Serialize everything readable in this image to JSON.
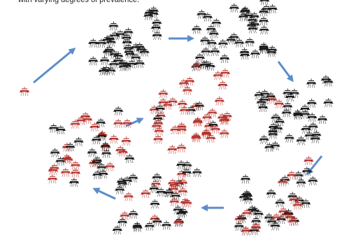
{
  "caption": "with varying degrees of prevalence.",
  "colors": {
    "black": "#1c1c1c",
    "red": "#b5352f",
    "arrow": "#5b8dc9"
  },
  "icons": {
    "insect": "mosquito-icon",
    "arrow": "arrow-icon"
  },
  "stages": [
    {
      "step": 1,
      "red_fraction": 1.0
    },
    {
      "step": 2,
      "red_fraction": 0.0
    },
    {
      "step": 3,
      "red_fraction": 0.03
    },
    {
      "step": 4,
      "red_fraction": 0.05
    },
    {
      "step": 5,
      "red_fraction": 0.35
    },
    {
      "step": 6,
      "red_fraction": 0.35
    },
    {
      "step": 7,
      "red_fraction": 0.55
    },
    {
      "step": 8,
      "red_fraction": 0.9
    }
  ]
}
